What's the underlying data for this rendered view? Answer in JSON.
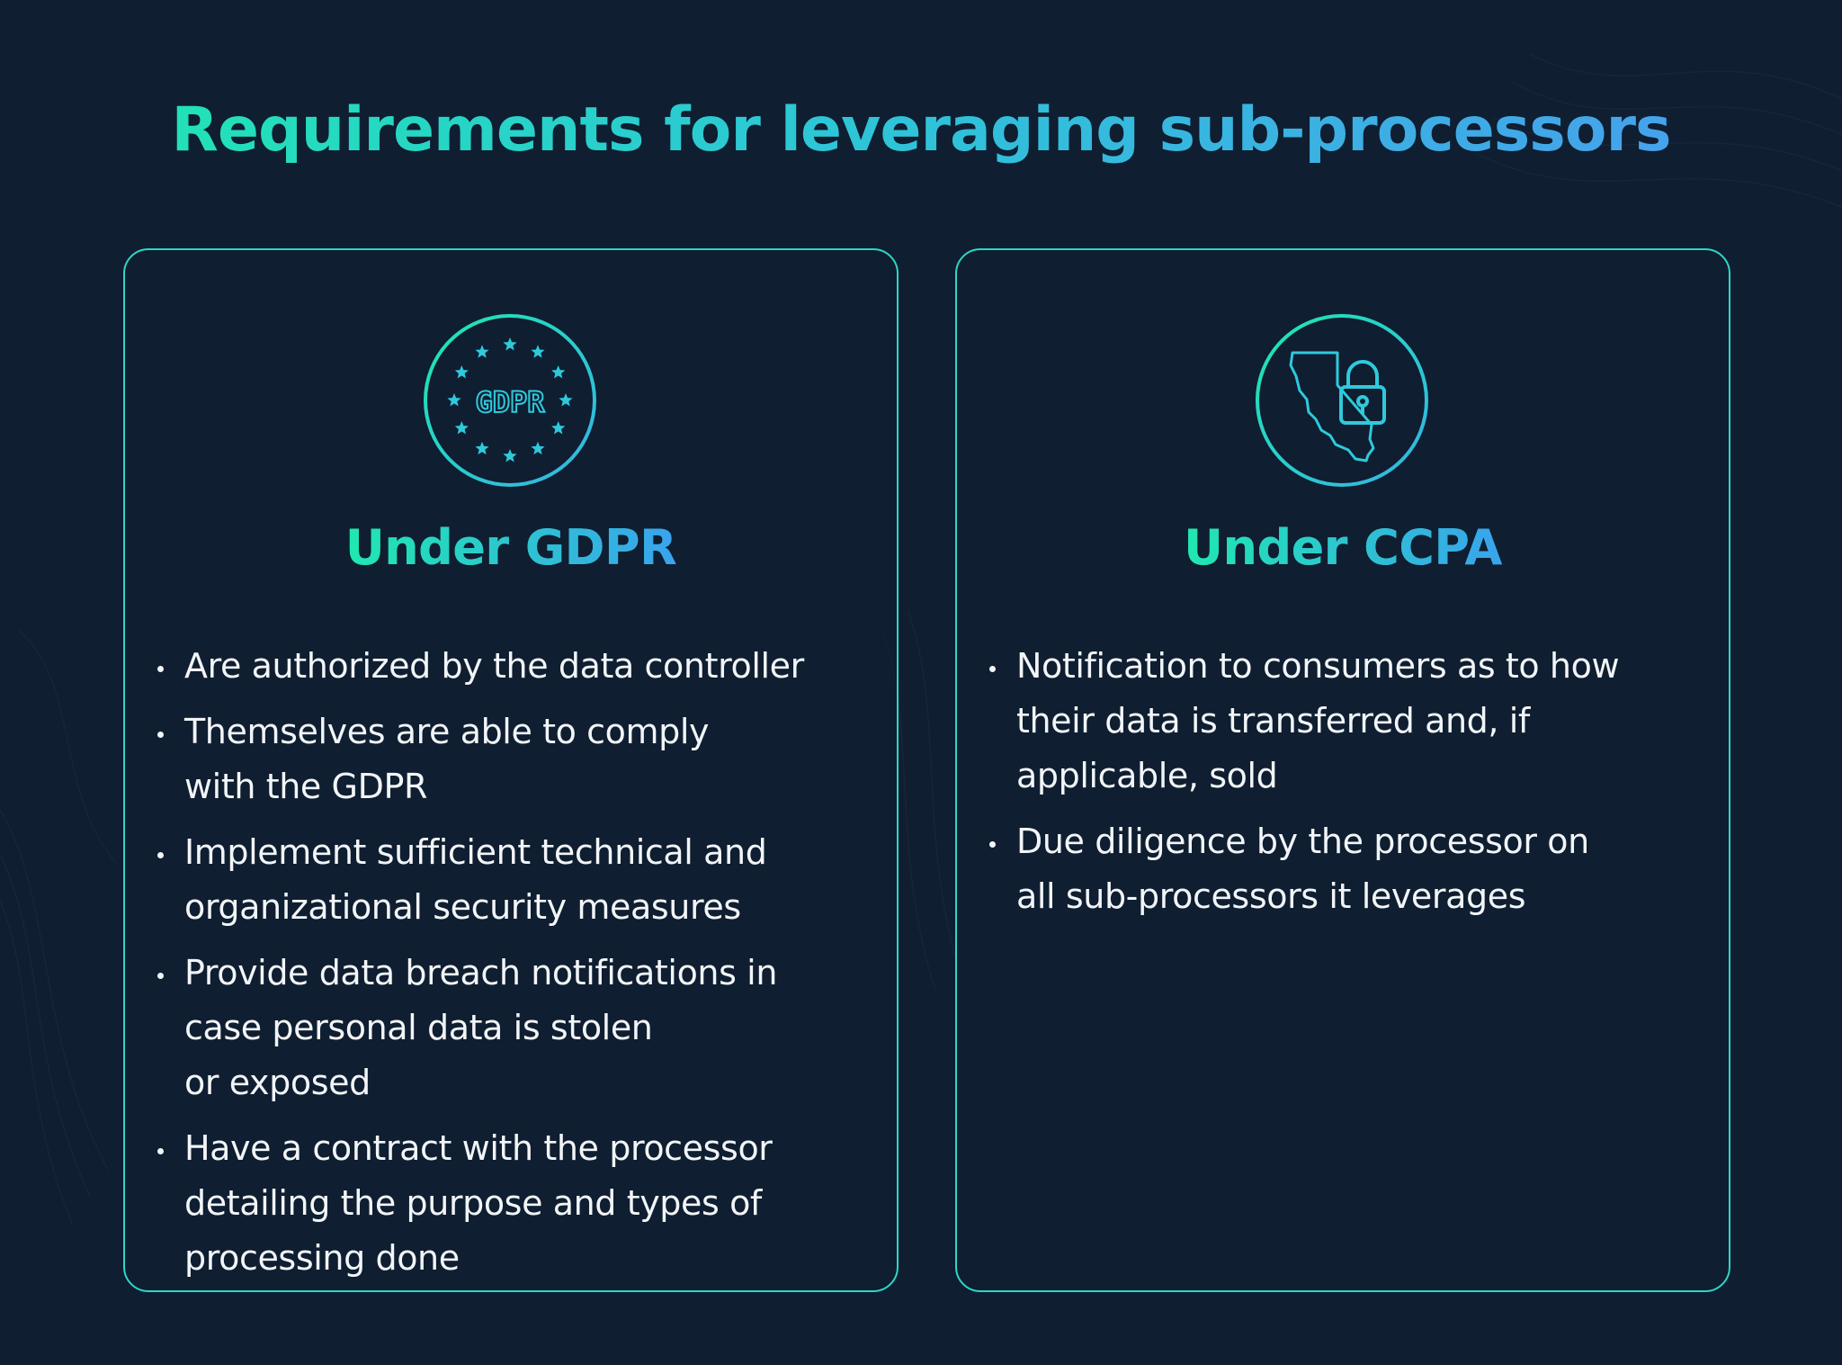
{
  "title": "Requirements for leveraging sub-processors",
  "colors": {
    "background": "#0f1e31",
    "accent_green": "#1fe8b0",
    "accent_blue": "#4a9bf0",
    "card_border": "#2ed6c6",
    "body_text": "#f2f5f8"
  },
  "cards": [
    {
      "icon": "gdpr-stars-icon",
      "icon_text": "GDPR",
      "heading": "Under GDPR",
      "items": [
        "Are authorized by the data controller",
        "Themselves are able to comply\nwith the GDPR",
        "Implement sufficient technical and\norganizational security measures",
        "Provide data breach notifications in\ncase personal data is stolen\nor exposed",
        "Have a contract with the processor\ndetailing the purpose and types of\nprocessing done"
      ]
    },
    {
      "icon": "california-lock-icon",
      "heading": "Under CCPA",
      "items": [
        "Notification to consumers as to how\ntheir data is transferred and, if\napplicable, sold",
        "Due diligence by the processor on\nall sub-processors it leverages"
      ]
    }
  ]
}
